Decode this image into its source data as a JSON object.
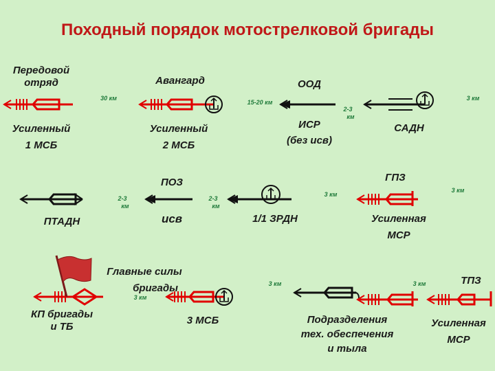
{
  "title": "Походный порядок мотострелковой бригады",
  "colors": {
    "red": "#e00000",
    "black": "#111111",
    "title": "#c01818",
    "distance": "#1f7a3a",
    "background": "#d2f0c8"
  },
  "units": {
    "forward_detachment": {
      "heading_1": "Передовой",
      "heading_2": "отряд",
      "label_1": "Усиленный",
      "label_2": "1 МСБ"
    },
    "advance_guard": {
      "heading": "Авангард",
      "label_1": "Усиленный",
      "label_2": "2 МСБ"
    },
    "ood": {
      "heading": "ООД",
      "label_1": "ИСР",
      "label_2": "(без исв)"
    },
    "sadn": {
      "label": "САДН"
    },
    "ptadn": {
      "label": "ПТАДН"
    },
    "poz": {
      "heading": "ПОЗ",
      "label": "исв"
    },
    "zrdn": {
      "label": "1/1 ЗРДН"
    },
    "gpz": {
      "heading": "ГПЗ",
      "label_1": "Усиленная",
      "label_2": "МСР"
    },
    "main_forces": {
      "heading_1": "Главные силы",
      "heading_2": "бригады"
    },
    "kp": {
      "label_1": "КП бригады",
      "label_2": "и ТБ"
    },
    "msb3": {
      "label": "3 МСБ"
    },
    "support": {
      "label_1": "Подразделения",
      "label_2": "тех. обеспечения",
      "label_3": "и тыла"
    },
    "tpz": {
      "heading": "ТПЗ",
      "label_1": "Усиленная",
      "label_2": "МСР"
    }
  },
  "distances": {
    "d1": "30 км",
    "d2": "15-20 км",
    "d3_1": "2-3",
    "d3_2": "км",
    "d4": "3 км",
    "d5_1": "2-3",
    "d5_2": "км",
    "d6_1": "2-3",
    "d6_2": "км",
    "d7": "3 км",
    "d8": "3 км",
    "d9": "3 км",
    "d10": "3 км",
    "d11": "3 км"
  }
}
